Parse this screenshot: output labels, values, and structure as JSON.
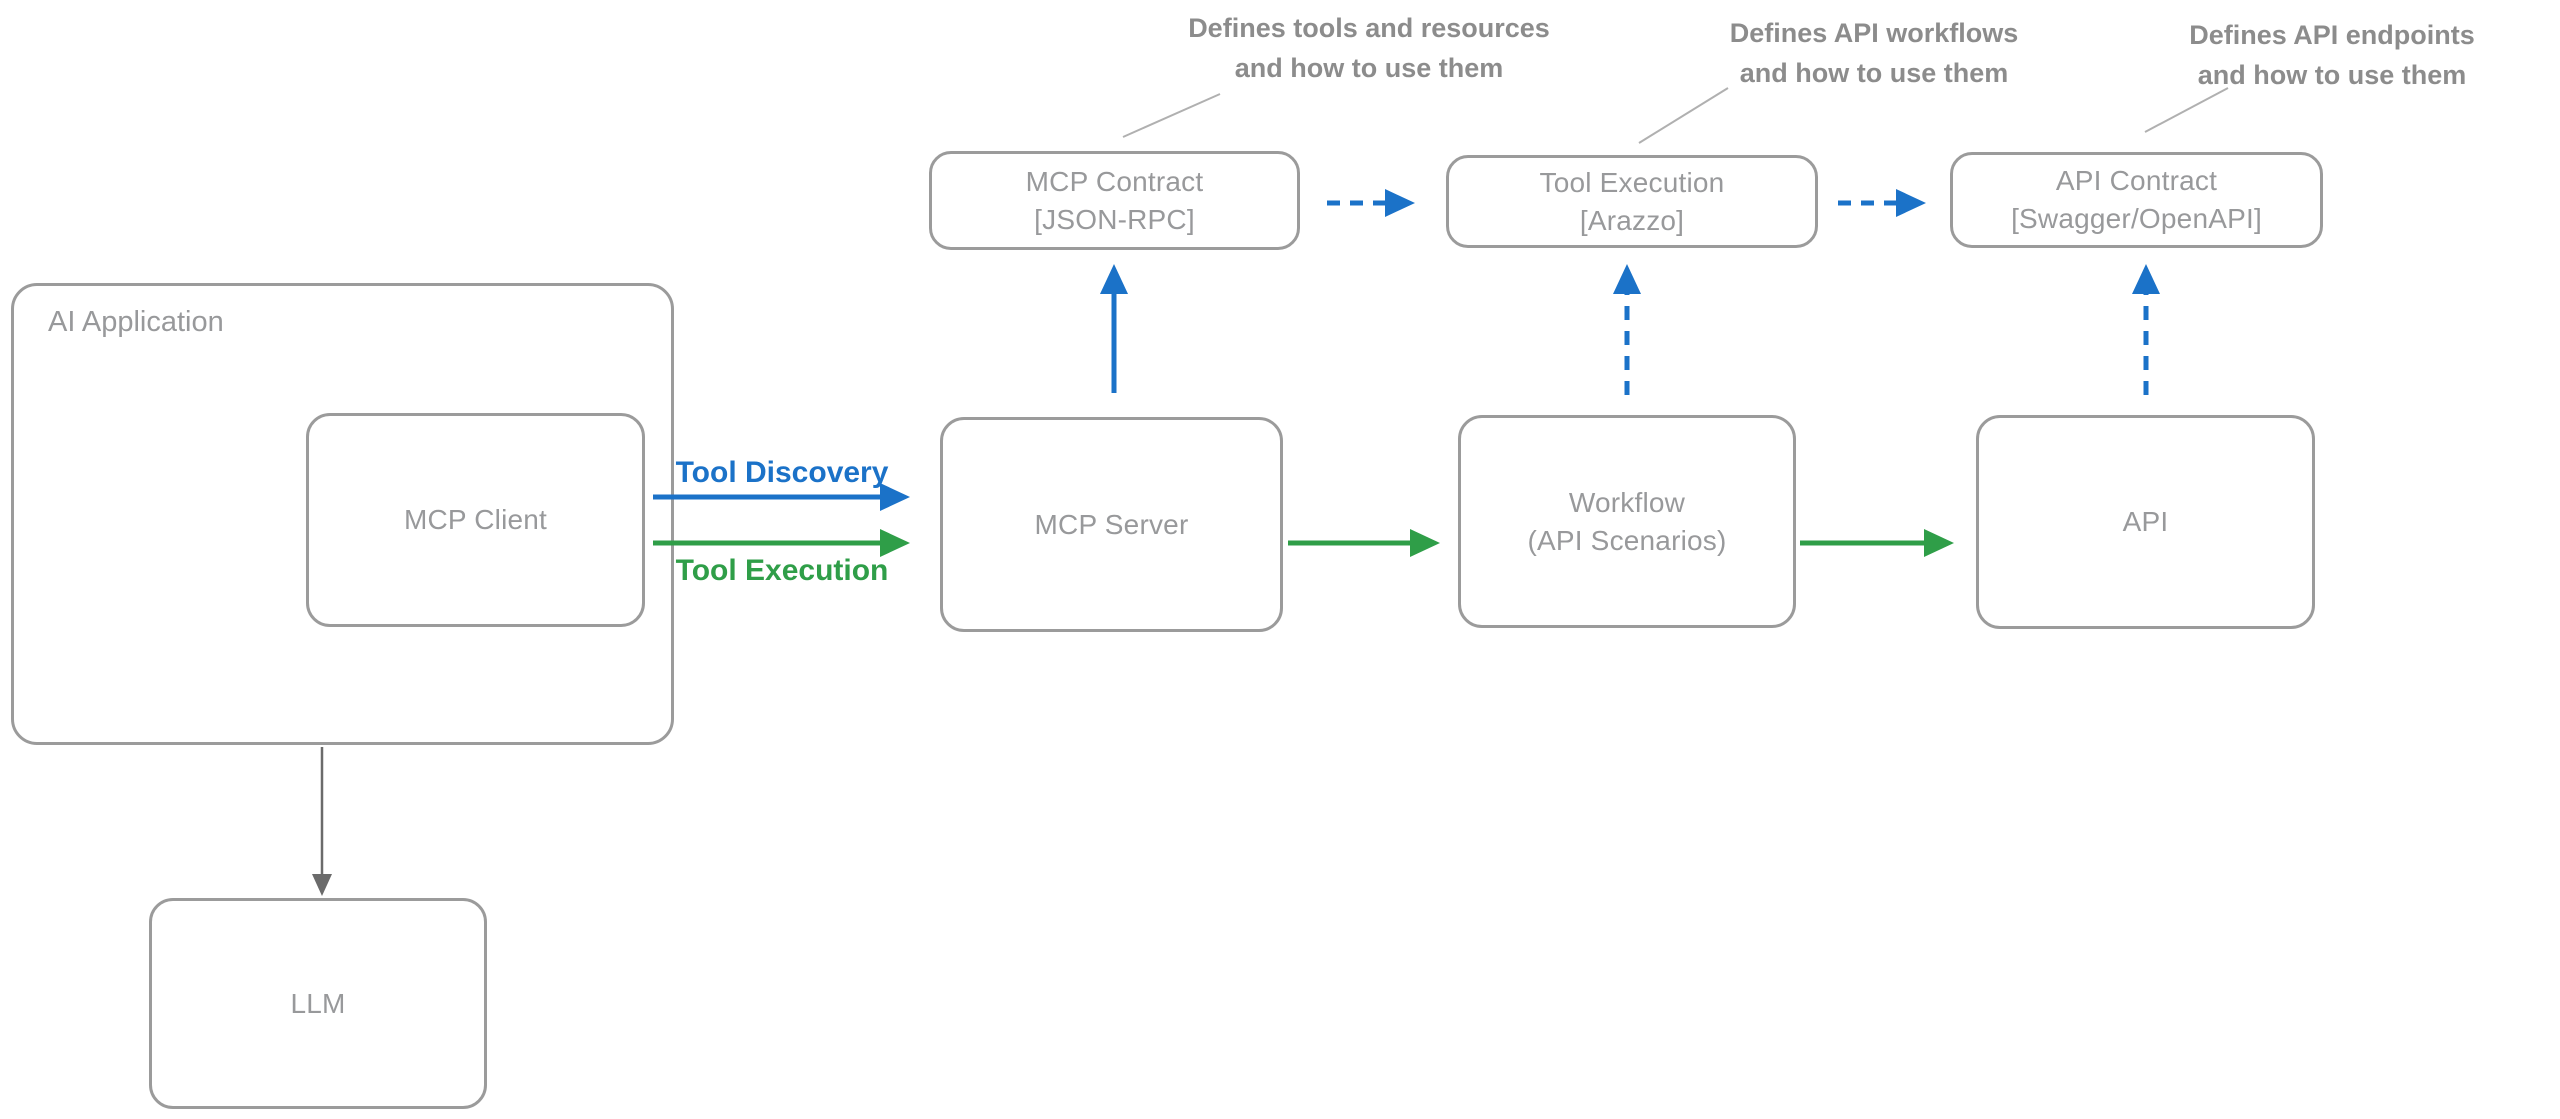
{
  "colors": {
    "blue": "#1b72c8",
    "green": "#2f9e48",
    "border_gray": "#9b9b9b",
    "text_gray": "#98999b",
    "annotation_gray": "#8c8c8c",
    "pointer_line_gray": "#b0b0b0",
    "connector_gray": "#6b6b6b"
  },
  "annotations": [
    {
      "line1": "Defines tools and resources",
      "line2": "and how to use them"
    },
    {
      "line1": "Defines API workflows",
      "line2": "and how to use them"
    },
    {
      "line1": "Defines API endpoints",
      "line2": "and how to use them"
    }
  ],
  "containers": {
    "ai_application": {
      "label": "AI Application"
    }
  },
  "nodes": {
    "mcp_contract": {
      "line1": "MCP Contract",
      "line2": "[JSON-RPC]"
    },
    "tool_exec_contract": {
      "line1": "Tool Execution",
      "line2": "[Arazzo]"
    },
    "api_contract": {
      "line1": "API Contract",
      "line2": "[Swagger/OpenAPI]"
    },
    "mcp_client": {
      "label": "MCP Client"
    },
    "mcp_server": {
      "label": "MCP Server"
    },
    "workflow": {
      "line1": "Workflow",
      "line2": "(API Scenarios)"
    },
    "api": {
      "label": "API"
    },
    "llm": {
      "label": "LLM"
    }
  },
  "edge_labels": {
    "tool_discovery": "Tool Discovery",
    "tool_execution": "Tool Execution"
  }
}
